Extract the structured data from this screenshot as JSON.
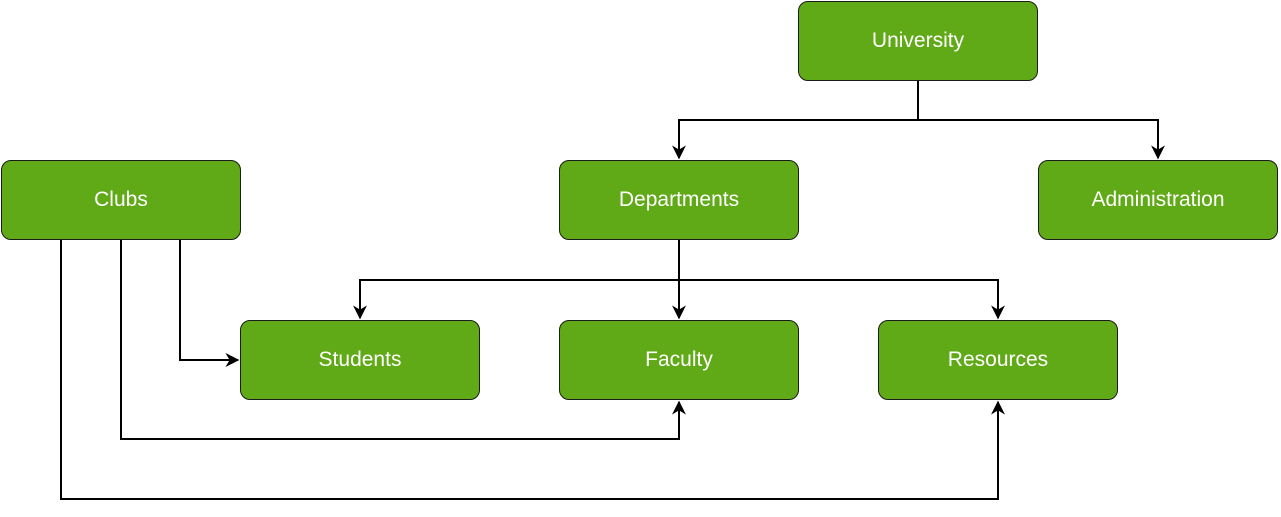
{
  "colors": {
    "node_fill": "#60a917",
    "node_text": "#ffffff",
    "node_border": "#1b1b1b",
    "edge": "#000000"
  },
  "nodes": {
    "university": "University",
    "departments": "Departments",
    "administration": "Administration",
    "clubs": "Clubs",
    "students": "Students",
    "faculty": "Faculty",
    "resources": "Resources"
  },
  "edges": [
    {
      "from": "university",
      "to": "departments"
    },
    {
      "from": "university",
      "to": "administration"
    },
    {
      "from": "departments",
      "to": "students"
    },
    {
      "from": "departments",
      "to": "faculty"
    },
    {
      "from": "departments",
      "to": "resources"
    },
    {
      "from": "clubs",
      "to": "students"
    },
    {
      "from": "clubs",
      "to": "faculty"
    },
    {
      "from": "clubs",
      "to": "resources"
    }
  ]
}
